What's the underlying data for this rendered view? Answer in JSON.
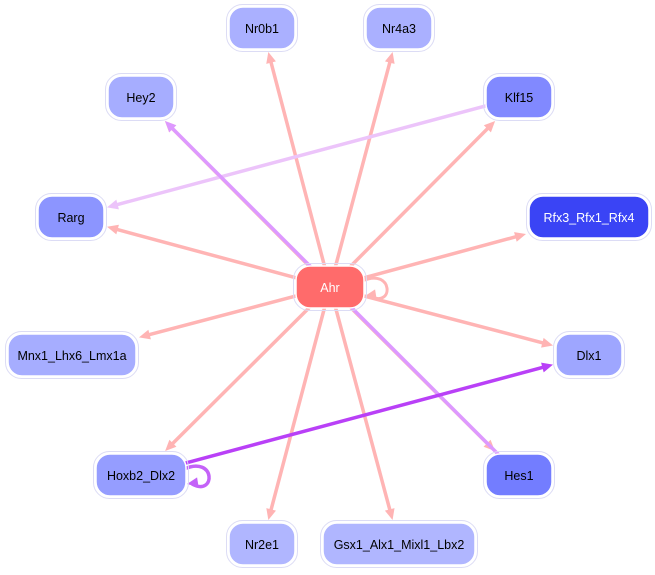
{
  "diagram": {
    "type": "gene-regulatory-network",
    "colors": {
      "edge_from_hub": "#ffb4b4",
      "edge_klf15": "#ecc4fa",
      "edge_hes1": "#dd99ff",
      "edge_hoxb2": "#b940f7",
      "hub_fill": "#ff6b6b",
      "node_light": "#aab0ff",
      "node_mid": "#8a93ff",
      "node_dark": "#3e48f5"
    },
    "nodes": [
      {
        "id": "Ahr",
        "label": "Ahr",
        "fill": "#ff6b6b",
        "text_color": "#ffffff"
      },
      {
        "id": "Nr0b1",
        "label": "Nr0b1",
        "fill": "#aab0ff",
        "text_color": "#000000"
      },
      {
        "id": "Nr4a3",
        "label": "Nr4a3",
        "fill": "#aab0ff",
        "text_color": "#000000"
      },
      {
        "id": "Hey2",
        "label": "Hey2",
        "fill": "#a6adff",
        "text_color": "#000000"
      },
      {
        "id": "Klf15",
        "label": "Klf15",
        "fill": "#8189ff",
        "text_color": "#000000"
      },
      {
        "id": "Rarg",
        "label": "Rarg",
        "fill": "#8c95ff",
        "text_color": "#000000"
      },
      {
        "id": "Rfx3_Rfx1_Rfx4",
        "label": "Rfx3_Rfx1_Rfx4",
        "fill": "#3a44f5",
        "text_color": "#ffffff"
      },
      {
        "id": "Mnx1_Lhx6_Lmx1a",
        "label": "Mnx1_Lhx6_Lmx1a",
        "fill": "#a6adff",
        "text_color": "#000000"
      },
      {
        "id": "Dlx1",
        "label": "Dlx1",
        "fill": "#9ea6ff",
        "text_color": "#000000"
      },
      {
        "id": "Hoxb2_Dlx2",
        "label": "Hoxb2_Dlx2",
        "fill": "#959dff",
        "text_color": "#000000"
      },
      {
        "id": "Hes1",
        "label": "Hes1",
        "fill": "#737dff",
        "text_color": "#000000"
      },
      {
        "id": "Nr2e1",
        "label": "Nr2e1",
        "fill": "#b0b6ff",
        "text_color": "#000000"
      },
      {
        "id": "Gsx1_Alx1_Mixl1_Lbx2",
        "label": "Gsx1_Alx1_Mixl1_Lbx2",
        "fill": "#b0b6ff",
        "text_color": "#000000"
      }
    ],
    "edges": [
      {
        "source": "Ahr",
        "target": "Nr0b1",
        "color": "#ffb4b4"
      },
      {
        "source": "Ahr",
        "target": "Nr4a3",
        "color": "#ffb4b4"
      },
      {
        "source": "Ahr",
        "target": "Hey2",
        "color": "#ffb4b4"
      },
      {
        "source": "Ahr",
        "target": "Klf15",
        "color": "#ffb4b4"
      },
      {
        "source": "Ahr",
        "target": "Rarg",
        "color": "#ffb4b4"
      },
      {
        "source": "Ahr",
        "target": "Rfx3_Rfx1_Rfx4",
        "color": "#ffb4b4"
      },
      {
        "source": "Ahr",
        "target": "Mnx1_Lhx6_Lmx1a",
        "color": "#ffb4b4"
      },
      {
        "source": "Ahr",
        "target": "Dlx1",
        "color": "#ffb4b4"
      },
      {
        "source": "Ahr",
        "target": "Hoxb2_Dlx2",
        "color": "#ffb4b4"
      },
      {
        "source": "Ahr",
        "target": "Hes1",
        "color": "#ffb4b4"
      },
      {
        "source": "Ahr",
        "target": "Nr2e1",
        "color": "#ffb4b4"
      },
      {
        "source": "Ahr",
        "target": "Gsx1_Alx1_Mixl1_Lbx2",
        "color": "#ffb4b4"
      },
      {
        "source": "Ahr",
        "target": "Ahr",
        "color": "#ffb4b4",
        "self_loop": true
      },
      {
        "source": "Klf15",
        "target": "Rarg",
        "color": "#ecc4fa"
      },
      {
        "source": "Hes1",
        "target": "Hey2",
        "color": "#dd99ff"
      },
      {
        "source": "Hoxb2_Dlx2",
        "target": "Dlx1",
        "color": "#b940f7"
      },
      {
        "source": "Hoxb2_Dlx2",
        "target": "Hoxb2_Dlx2",
        "color": "#c462f8",
        "self_loop": true
      }
    ]
  }
}
